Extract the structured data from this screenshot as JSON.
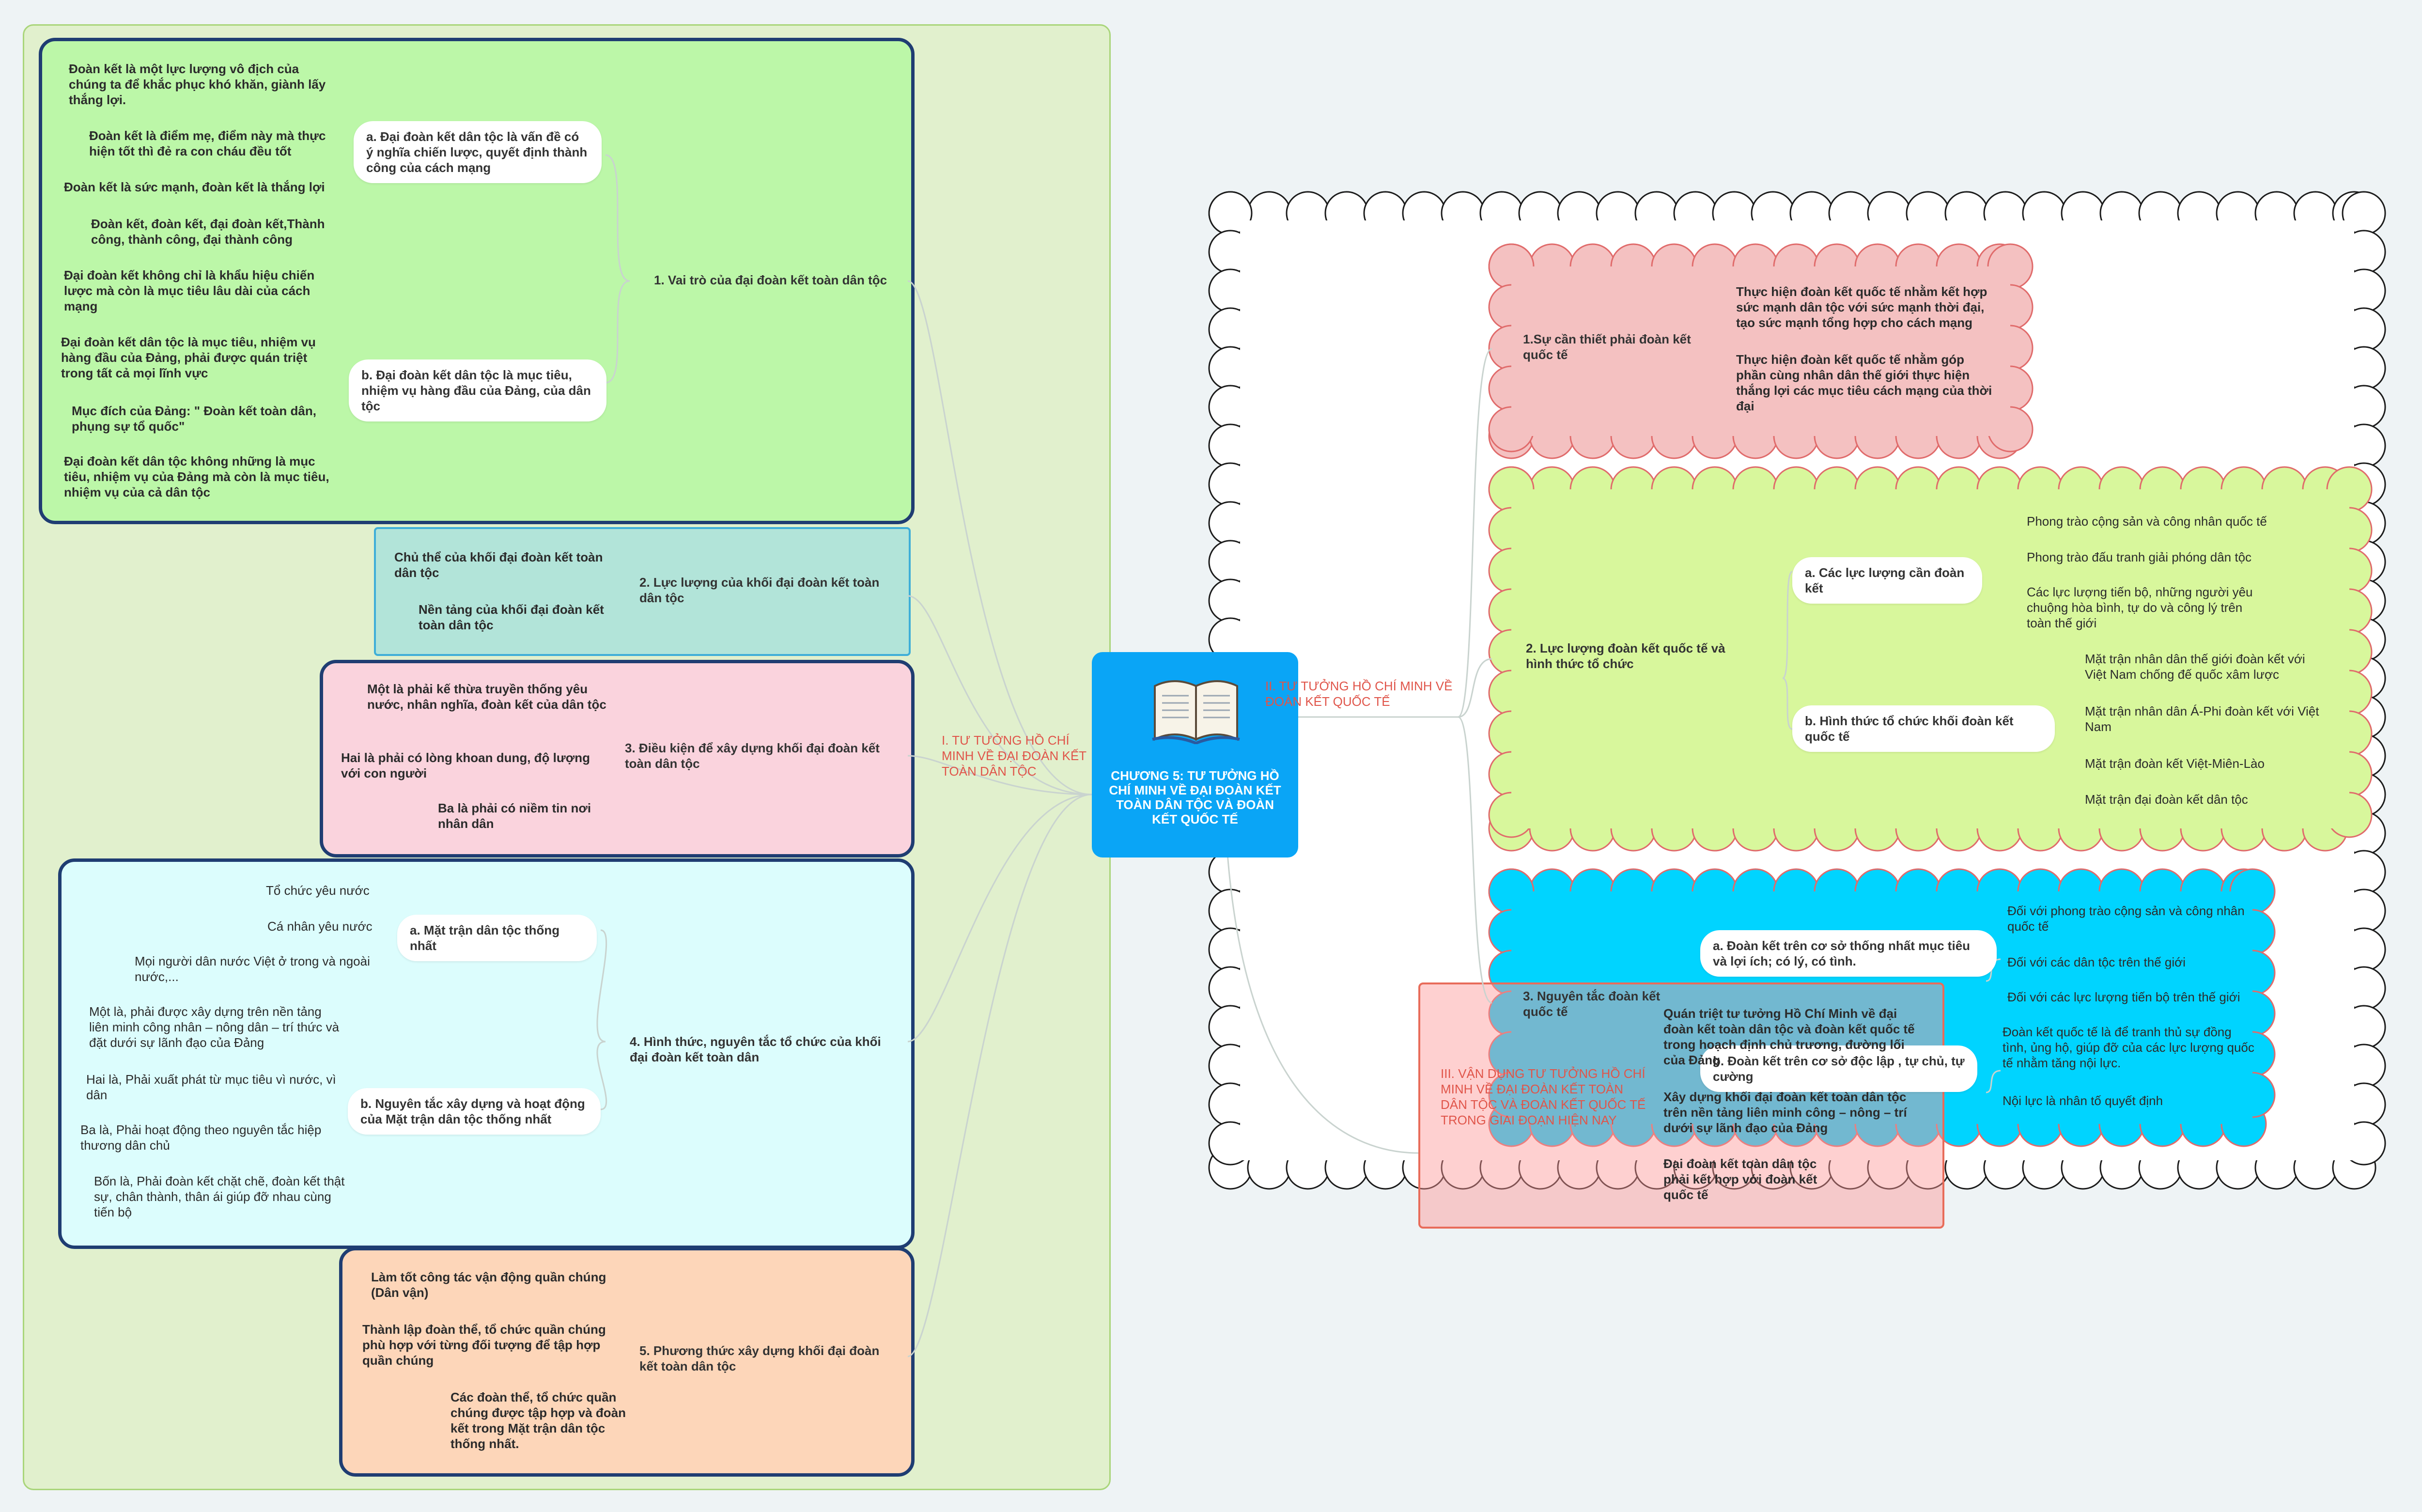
{
  "central": {
    "title": "CHƯƠNG 5: TƯ TƯỞNG HỒ CHÍ MINH VỀ ĐẠI ĐOÀN KẾT TOÀN DÂN TỘC VÀ ĐOÀN KẾT QUỐC TẾ",
    "icon": "open-book-icon"
  },
  "left_main": {
    "label": "I. TƯ TƯỞNG HỒ CHÍ MINH VỀ ĐẠI ĐOÀN KẾT TOÀN DÂN TỘC"
  },
  "right_main": {
    "label": "II. TƯ TƯỞNG HỒ CHÍ MINH VỀ ĐOÀN KẾT QUỐC TẾ"
  },
  "third_main": {
    "label": "III. VẬN DỤNG TƯ TƯỞNG HỒ CHÍ MINH VỀ ĐẠI ĐOÀN KẾT TOÀN DÂN TỘC VÀ ĐOÀN KẾT QUỐC TẾ TRONG GIAI ĐOẠN HIỆN NAY"
  },
  "section1": {
    "title": "1. Vai trò của đại đoàn kết toàn dân tộc",
    "a": "a. Đại đoàn kết dân tộc là vấn đề có ý nghĩa chiến lược, quyết định thành công của cách mạng",
    "a_items": [
      "Đoàn kết là một lực lượng vô địch của chúng ta để khắc phục khó khăn, giành lấy thắng lợi.",
      "Đoàn kết là điểm mẹ, điểm này mà thực hiện tốt thì đẻ ra con cháu đều tốt",
      "Đoàn kết là sức mạnh, đoàn kết là thắng lợi",
      "Đoàn kết, đoàn kết, đại đoàn kết,Thành công, thành công, đại thành công"
    ],
    "b": "b. Đại đoàn kết dân tộc là mục tiêu, nhiệm vụ hàng đầu của Đảng, của dân tộc",
    "b_items": [
      "Đại đoàn kết không chỉ là khẩu hiệu chiến lược mà còn là mục tiêu lâu dài của cách mạng",
      "Đại đoàn kết dân tộc là mục tiêu, nhiệm vụ hàng đầu của Đảng, phải được quán triệt trong tất cả mọi lĩnh vực",
      "Mục đích của Đảng: \" Đoàn kết toàn dân, phụng sự tổ quốc\"",
      "Đại đoàn kết dân tộc không những là mục tiêu, nhiệm vụ của Đảng mà còn là mục tiêu, nhiệm vụ của cả dân tộc"
    ]
  },
  "section2": {
    "title": "2. Lực lượng của khối đại đoàn kết toàn dân tộc",
    "items": [
      "Chủ thể của khối đại đoàn kết toàn dân tộc",
      "Nền tảng của khối đại đoàn kết toàn dân tộc"
    ]
  },
  "section3": {
    "title": "3. Điều kiện để xây dựng khối đại đoàn kết toàn dân tộc",
    "items": [
      "Một là phải kế thừa truyền thống yêu nước, nhân nghĩa, đoàn kết của dân tộc",
      "Hai là phải có lòng khoan dung, độ lượng với con người",
      "Ba là phải có niềm tin nơi nhân dân"
    ]
  },
  "section4": {
    "title": "4. Hình thức, nguyên tắc tổ chức của khối đại đoàn kết toàn dân",
    "a": "a. Mặt trận dân tộc thống nhất",
    "a_items": [
      "Tổ chức yêu nước",
      "Cá nhân yêu nước",
      "Mọi người dân nước Việt ở trong và ngoài nước,..."
    ],
    "b": "b. Nguyên tắc xây dựng và hoạt động của Mặt trận dân tộc thống nhất",
    "b_items": [
      "Một là, phải được xây dựng trên nền tảng liên minh công nhân – nông dân – trí thức và đặt dưới sự lãnh đạo của Đảng",
      "Hai là, Phải xuất phát từ mục tiêu vì nước, vì dân",
      "Ba là, Phải hoạt động theo nguyên tắc hiệp thương dân chủ",
      "Bốn là, Phải đoàn kết chặt chẽ, đoàn kết thật sự, chân thành, thân ái giúp đỡ nhau cùng tiến bộ"
    ]
  },
  "section5": {
    "title": "5. Phương thức xây dựng khối đại đoàn kết toàn dân tộc",
    "items": [
      "Làm tốt công tác vận động quần chúng (Dân vận)",
      "Thành lập đoàn thể, tổ chức quần chúng phù hợp với từng đối  tượng để tập hợp quần chúng",
      "Các đoàn thể, tổ chức quần chúng được tập hợp và đoàn kết trong Mặt trận dân tộc thống nhất."
    ]
  },
  "r1": {
    "title": "1.Sự cần thiết phải đoàn kết quốc tế",
    "items": [
      "Thực hiện đoàn kết quốc tế nhằm kết hợp sức mạnh dân tộc với sức mạnh thời đại, tạo sức mạnh tổng hợp cho cách mạng",
      "Thực hiện đoàn kết quốc tế nhằm góp phần cùng nhân dân thế giới thực hiện thắng lợi các mục tiêu cách mạng của thời đại"
    ]
  },
  "r2": {
    "title": "2. Lực lượng đoàn kết quốc tế và hình thức tổ chức",
    "a": "a. Các lực lượng cần đoàn kết",
    "a_items": [
      "Phong trào cộng sản và công nhân quốc tế",
      "Phong trào đấu tranh giải phóng dân tộc",
      "Các lực lượng tiến bộ, những người yêu chuộng hòa bình, tự do và công lý trên toàn thế giới"
    ],
    "b": "b. Hình thức tổ chức khối đoàn kết quốc tế",
    "b_items": [
      "Mặt trận nhân dân thế giới đoàn kết với Việt Nam chống đế quốc xâm lược",
      "Mặt trận nhân dân Á-Phi đoàn kết với Việt Nam",
      "Mặt trận đoàn kết Việt-Miên-Lào",
      "Mặt trận đại đoàn kết dân tộc"
    ]
  },
  "r3": {
    "title": "3. Nguyên tắc đoàn kết quốc tế",
    "a": "a. Đoàn kết trên cơ sở thống nhất mục tiêu và lợi ích; có lý, có tình.",
    "a_items": [
      "Đối với phong trào cộng sản và công nhân quốc tế",
      "Đối với các dân tộc trên thế giới",
      "Đối với các lực lượng tiến bộ trên thế giới"
    ],
    "b": "b. Đoàn kết trên cơ sở độc lập , tự chủ, tự cường",
    "b_items": [
      "Đoàn kết quốc tế là để tranh thủ sự đồng tình, ủng hộ, giúp đỡ của các lực lượng quốc tế nhằm tăng nội lực.",
      "Nội lực là nhân tố quyết định"
    ]
  },
  "r4_items": [
    "Quán triệt tư tưởng Hồ Chí Minh về đại đoàn kết toàn dân tộc và đoàn kết quốc tế trong hoạch định chủ trương, đường lối của Đảng",
    "Xây dựng khối đại đoàn kết toàn dân tộc trên nền tảng liên minh công – nông – trí dưới sự lãnh đạo của Đảng",
    "Đại đoàn kết toàn dân tộc phải kết hợp với đoàn kết quốc tế"
  ],
  "colors": {
    "left_area": "#e1f0cd",
    "left_area_border": "#a9d57a",
    "s1_fill": "#bcf7a8",
    "s2_fill": "#b2e4d9",
    "s3_fill": "#fad3dd",
    "s4_fill": "#dcfdfd",
    "s5_fill": "#fdd6b9",
    "box_border": "#1f3d72",
    "r1_fill": "#f4c1c1",
    "r2_fill": "#d8f79c",
    "r3_fill": "#00d4ff",
    "iii_fill": "rgba(252,150,150,0.45)",
    "central": "#0aa5f6",
    "red_text": "#e0554a"
  }
}
